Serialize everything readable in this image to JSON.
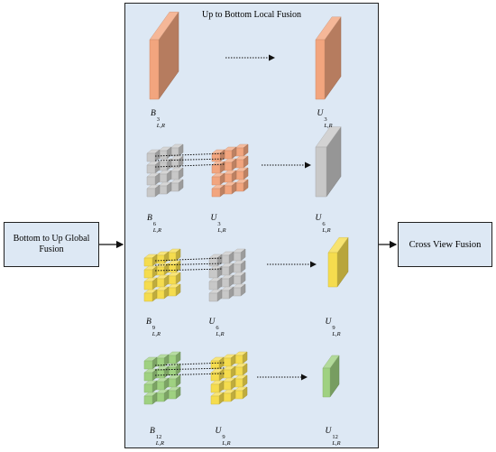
{
  "panel_title": "Up to Bottom Local Fusion",
  "left_box": "Bottom to Up Global Fusion",
  "right_box": "Cross View Fusion",
  "colors": {
    "orange": "#f2a57e",
    "gray": "#c8c8c8",
    "yellow": "#f5dc4e",
    "green": "#9fd181",
    "panel": "#dde8f4"
  },
  "labels": [
    {
      "base": "B",
      "sup": "3",
      "sub": "L,R"
    },
    {
      "base": "U",
      "sup": "3",
      "sub": "L,R"
    },
    {
      "base": "B",
      "sup": "6",
      "sub": "L,R"
    },
    {
      "base": "U",
      "sup": "3",
      "sub": "L,R"
    },
    {
      "base": "U",
      "sup": "6",
      "sub": "L,R"
    },
    {
      "base": "B",
      "sup": "9",
      "sub": "L,R"
    },
    {
      "base": "U",
      "sup": "6",
      "sub": "L,R"
    },
    {
      "base": "U",
      "sup": "9",
      "sub": "L,R"
    },
    {
      "base": "B",
      "sup": "12",
      "sub": "L,R"
    },
    {
      "base": "U",
      "sup": "9",
      "sub": "L,R"
    },
    {
      "base": "U",
      "sup": "12",
      "sub": "L,R"
    }
  ]
}
